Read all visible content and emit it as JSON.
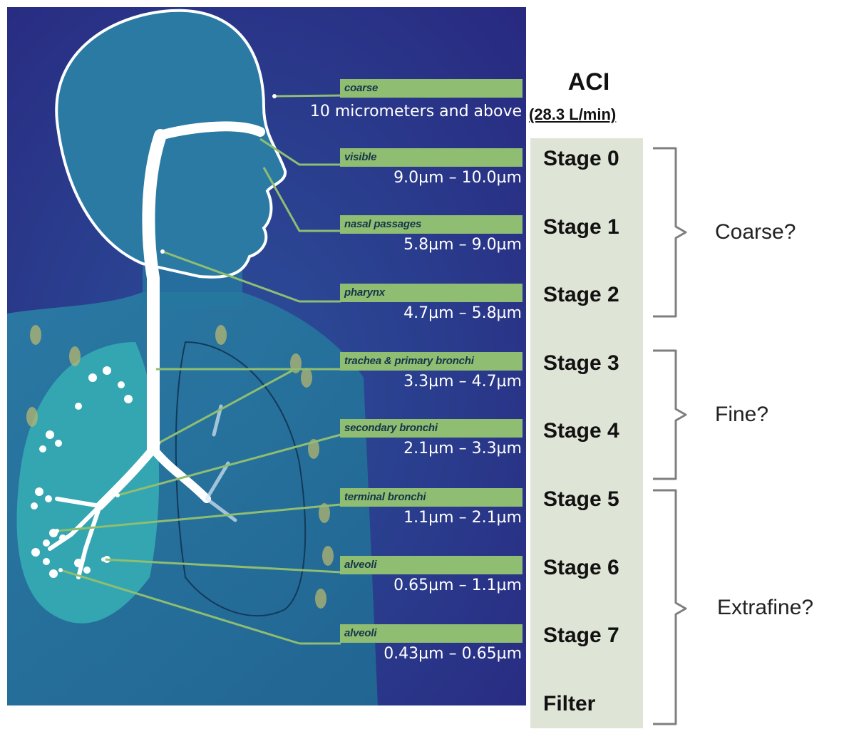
{
  "illustration": {
    "regions": [
      {
        "name": "coarse",
        "size": "10 micrometers and above"
      },
      {
        "name": "visible",
        "size": "9.0µm – 10.0µm"
      },
      {
        "name": "nasal passages",
        "size": "5.8µm – 9.0µm"
      },
      {
        "name": "pharynx",
        "size": "4.7µm – 5.8µm"
      },
      {
        "name": "trachea & primary bronchi",
        "size": "3.3µm – 4.7µm"
      },
      {
        "name": "secondary bronchi",
        "size": "2.1µm – 3.3µm"
      },
      {
        "name": "terminal bronchi",
        "size": "1.1µm – 2.1µm"
      },
      {
        "name": "alveoli",
        "size": "0.65µm – 1.1µm"
      },
      {
        "name": "alveoli",
        "size": "0.43µm – 0.65µm"
      }
    ]
  },
  "impactor": {
    "title": "ACI",
    "flow_rate": "(28.3 L/min)",
    "stages": [
      "Stage 0",
      "Stage 1",
      "Stage 2",
      "Stage 3",
      "Stage 4",
      "Stage 5",
      "Stage 6",
      "Stage 7",
      "Filter"
    ]
  },
  "groups": [
    {
      "label": "Coarse?"
    },
    {
      "label": "Fine?"
    },
    {
      "label": "Extrafine?"
    }
  ],
  "colors": {
    "background": "#2d2f86",
    "body": "#2a8ea8",
    "lung": "#33a6b2",
    "label_tag": "#8fbd72",
    "stage_column": "#dfe5d6",
    "bracket": "#7f7f7f"
  }
}
